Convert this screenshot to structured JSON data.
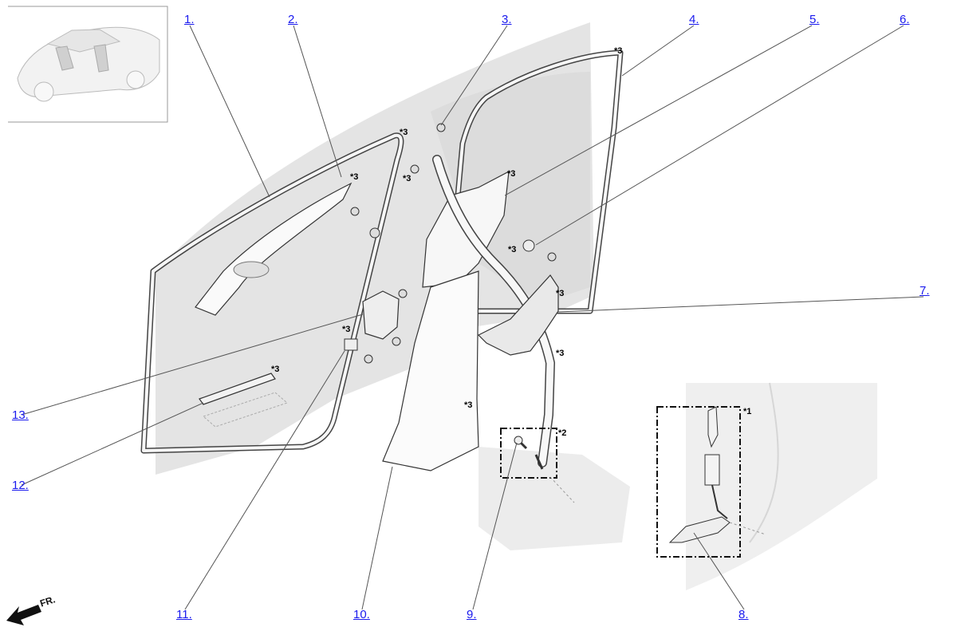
{
  "callouts": {
    "c1": "1.",
    "c2": "2.",
    "c3": "3.",
    "c4": "4.",
    "c5": "5.",
    "c6": "6.",
    "c7": "7.",
    "c8": "8.",
    "c9": "9.",
    "c10": "10.",
    "c11": "11.",
    "c12": "12.",
    "c13": "13."
  },
  "notes": {
    "star1": "*1",
    "star2": "*2",
    "star3": "*3"
  },
  "direction": {
    "label": "FR."
  },
  "colors": {
    "link": "#1a1aee",
    "panel": "#e4e4e4",
    "line": "#333333"
  }
}
